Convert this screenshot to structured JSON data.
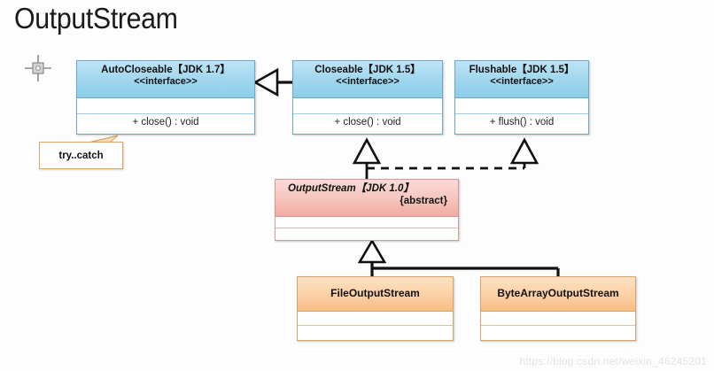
{
  "page": {
    "title": "OutputStream",
    "watermark": "https://blog.csdn.net/weixin_46245201",
    "background_color": "#fdfdfd"
  },
  "colors": {
    "interface_header": "#a4d8ef",
    "interface_border": "#6aa9c9",
    "abstract_header": "#f6c4bd",
    "abstract_border": "#cf9b99",
    "concrete_header": "#fbd0a4",
    "concrete_border": "#d8a46a",
    "note_border": "#d9a566",
    "line": "#1a1a1a",
    "watermark": "#e3e3e6"
  },
  "classes": {
    "auto_closeable": {
      "name": "AutoCloseable【JDK 1.7】",
      "stereotype": "<<interface>>",
      "attributes": [
        ""
      ],
      "methods": [
        "+ close() : void"
      ]
    },
    "closeable": {
      "name": "Closeable【JDK 1.5】",
      "stereotype": "<<interface>>",
      "attributes": [
        ""
      ],
      "methods": [
        "+ close() : void"
      ]
    },
    "flushable": {
      "name": "Flushable【JDK 1.5】",
      "stereotype": "<<interface>>",
      "attributes": [
        ""
      ],
      "methods": [
        "+ flush() : void"
      ]
    },
    "output_stream": {
      "name": "OutputStream【JDK 1.0】",
      "modifier": "{abstract}",
      "attributes": [
        ""
      ],
      "methods": [
        ""
      ]
    },
    "file_output_stream": {
      "name": "FileOutputStream",
      "attributes": [
        ""
      ],
      "methods": [
        ""
      ]
    },
    "byte_array_output_stream": {
      "name": "ByteArrayOutputStream",
      "attributes": [
        ""
      ],
      "methods": [
        ""
      ]
    }
  },
  "notes": {
    "try_catch": {
      "text": "try..catch",
      "anchor": "auto_closeable.close"
    }
  },
  "relationships": [
    {
      "type": "generalization",
      "from": "closeable",
      "to": "auto_closeable",
      "style": "solid",
      "arrow": "hollow-triangle"
    },
    {
      "type": "realization",
      "from": "output_stream",
      "to": "closeable",
      "style": "dashed",
      "arrow": "hollow-triangle"
    },
    {
      "type": "realization",
      "from": "output_stream",
      "to": "flushable",
      "style": "dashed",
      "arrow": "hollow-triangle"
    },
    {
      "type": "generalization",
      "from": "file_output_stream",
      "to": "output_stream",
      "style": "solid",
      "arrow": "hollow-triangle"
    },
    {
      "type": "generalization",
      "from": "byte_array_output_stream",
      "to": "output_stream",
      "style": "solid",
      "arrow": "hollow-triangle"
    }
  ]
}
